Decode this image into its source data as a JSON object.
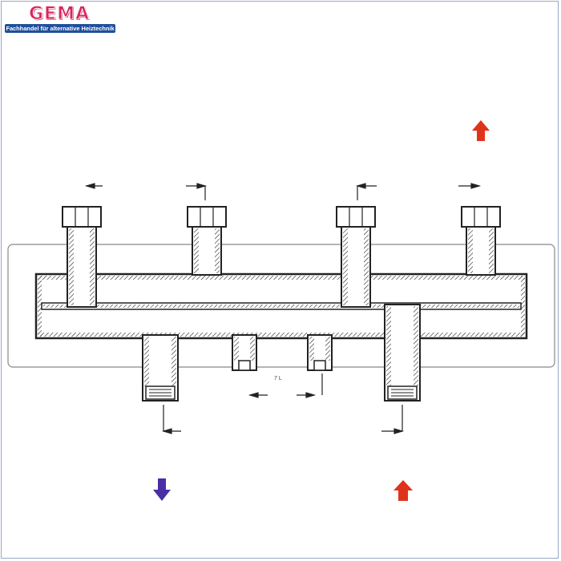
{
  "logo": {
    "name": "GEMA",
    "tagline": "Fachhandel für alternative Heiztechnik",
    "brand_color": "#d8255b",
    "tagline_bg": "#1f4f9c"
  },
  "drawing": {
    "annotation_text": "7 L",
    "line_color": "#222222",
    "body_outline_color": "#888888"
  },
  "flow_arrows": {
    "hot_color": "#e0331c",
    "cold_color": "#4a2ea6",
    "items": [
      {
        "name": "flow-arrow-supply-top-right",
        "icon": "arrow-up-icon",
        "color_role": "hot"
      },
      {
        "name": "flow-arrow-return-bottom-left",
        "icon": "arrow-down-icon",
        "color_role": "cold"
      },
      {
        "name": "flow-arrow-supply-bottom-right",
        "icon": "arrow-up-icon",
        "color_role": "hot"
      }
    ]
  }
}
